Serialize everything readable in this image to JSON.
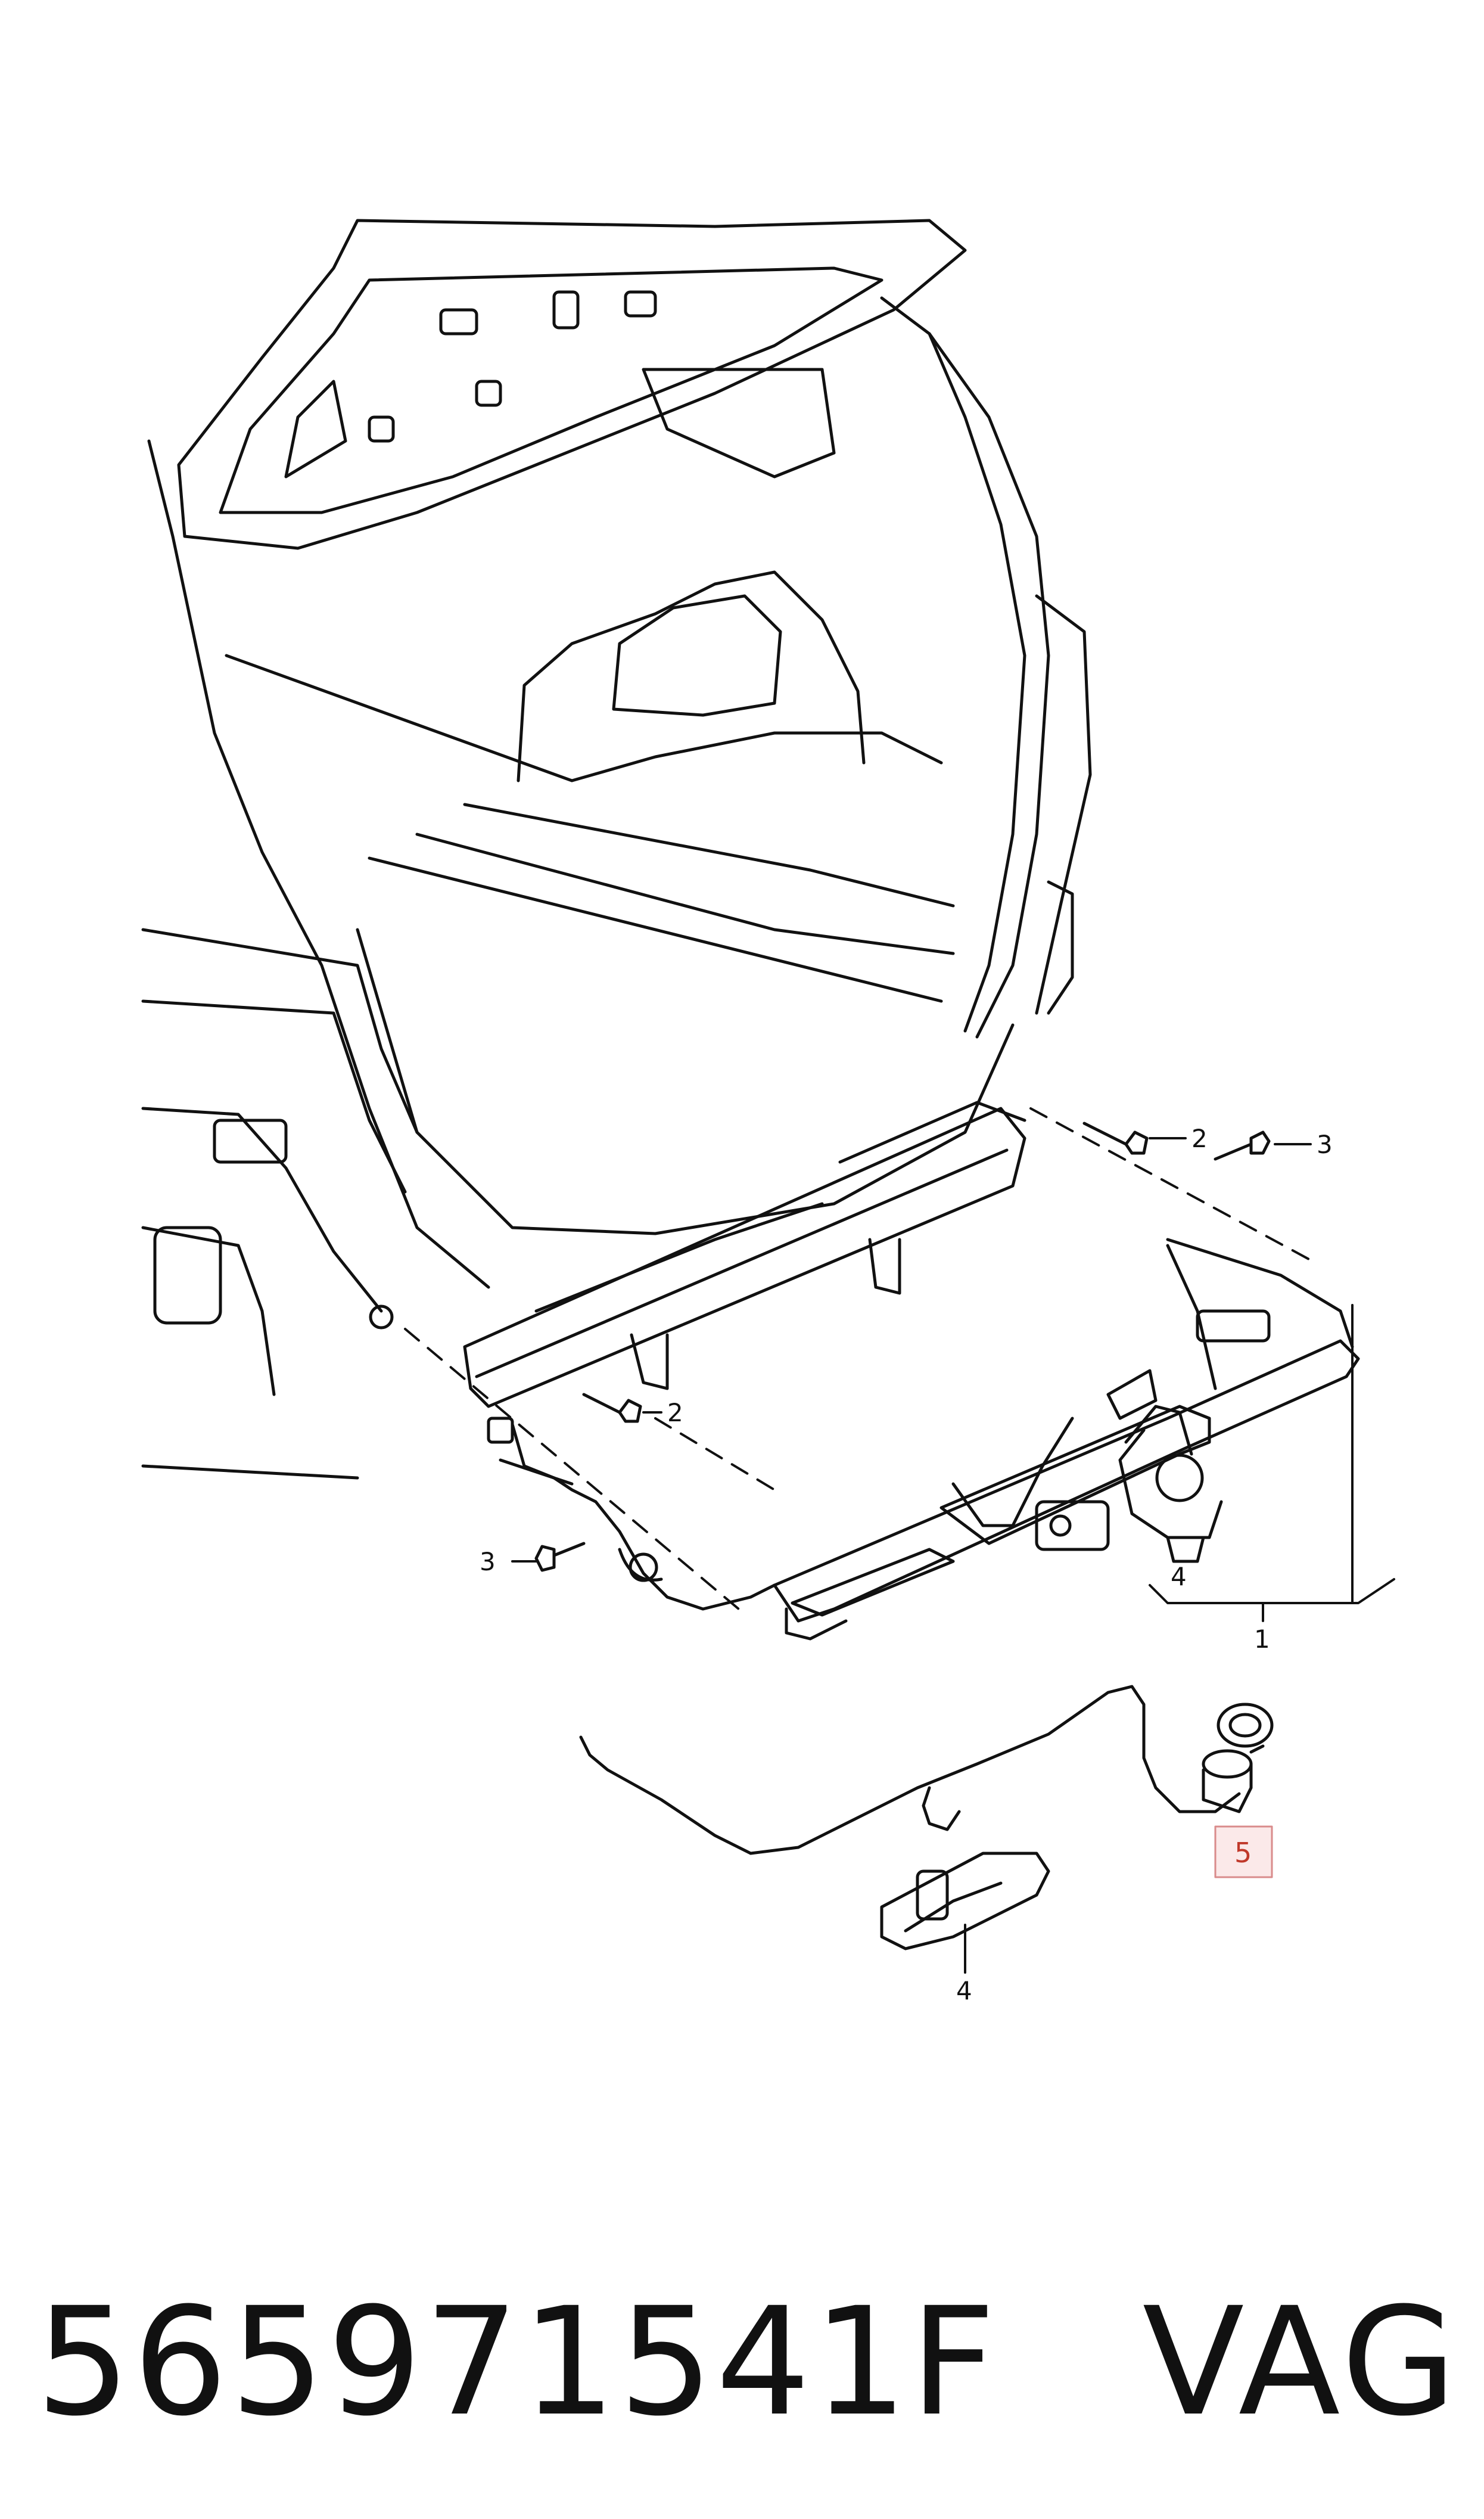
{
  "callouts": {
    "c1": "1",
    "c2_upper": "2",
    "c2_lower": "2",
    "c3_upper": "3",
    "c3_lower": "3",
    "c4_upper": "4",
    "c4_lower": "4",
    "c5": "5"
  },
  "highlight_color": "#d98b8b",
  "footer": {
    "part_number": "565971541F",
    "brand": "VAG"
  }
}
